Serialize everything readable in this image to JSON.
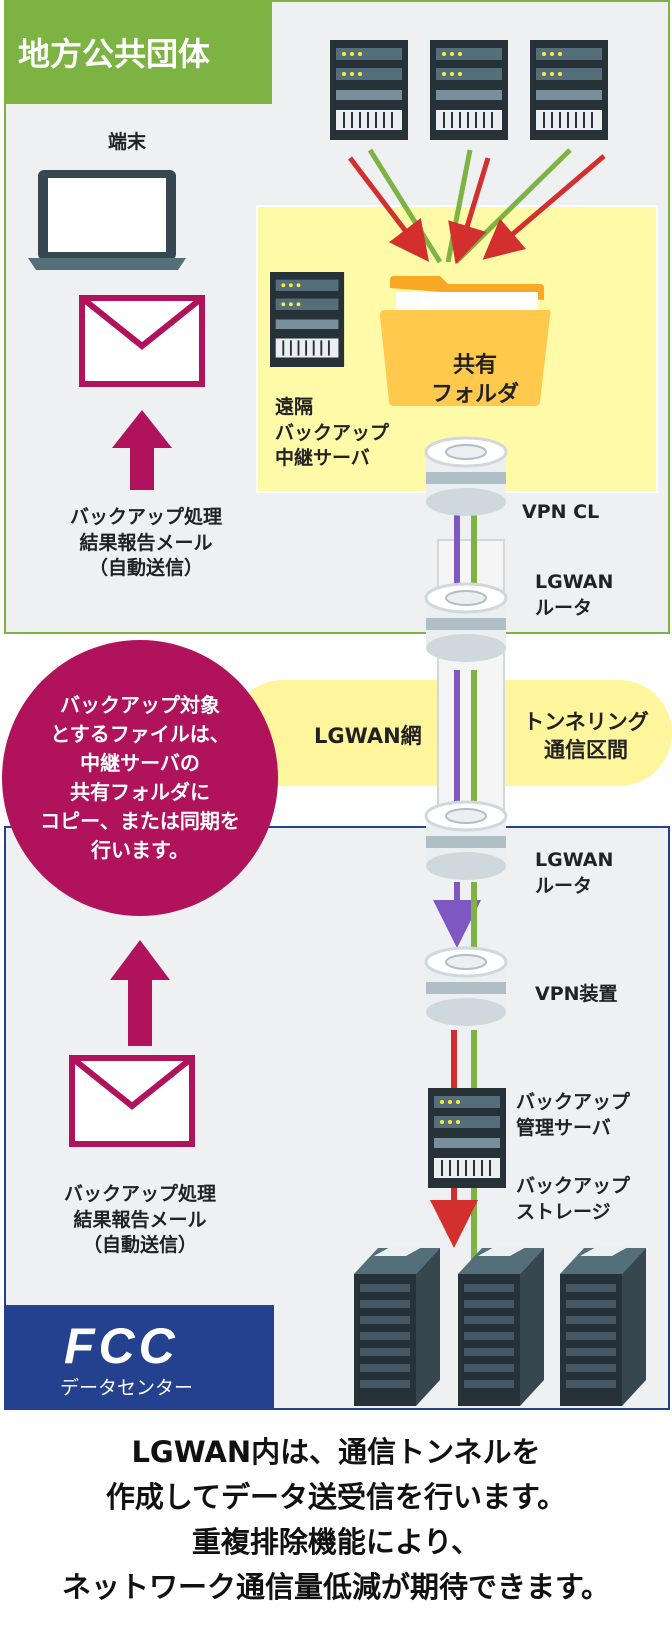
{
  "local_gov": {
    "title": "地方公共団体",
    "terminal_label": "端末",
    "shared_folder_lines": [
      "共有",
      "フォルダ"
    ],
    "relay_server_lines": [
      "遠隔",
      "バックアップ",
      "中継サーバ"
    ],
    "vpn_cl_label": "VPN CL",
    "router_lines": [
      "LGWAN",
      "ルータ"
    ],
    "mail_report_lines": [
      "バックアップ処理",
      "結果報告メール",
      "（自動送信）"
    ]
  },
  "network": {
    "lgwan_label": "LGWAN網",
    "tunnel_lines": [
      "トンネリング",
      "通信区間"
    ]
  },
  "callout_lines": [
    "バックアップ対象",
    "とするファイルは、",
    "中継サーバの",
    "共有フォルダに",
    "コピー、または同期を",
    "行います。"
  ],
  "datacenter": {
    "router_lines": [
      "LGWAN",
      "ルータ"
    ],
    "vpn_device_label": "VPN装置",
    "mgmt_server_lines": [
      "バックアップ",
      "管理サーバ"
    ],
    "storage_lines": [
      "バックアップ",
      "ストレージ"
    ],
    "mail_report_lines": [
      "バックアップ処理",
      "結果報告メール",
      "（自動送信）"
    ],
    "brand_logo": "FCC",
    "brand_sub": "データセンター"
  },
  "footer_lines": [
    "LGWAN内は、通信トンネルを",
    "作成してデータ送受信を行います。",
    "重複排除機能により、",
    "ネットワーク通信量低減が期待できます。"
  ],
  "colors": {
    "green": "#7cb342",
    "navy": "#23418f",
    "magenta": "#b0135b",
    "red": "#d32f2f",
    "purple": "#7e57c2",
    "yellow": "#fff59d"
  }
}
